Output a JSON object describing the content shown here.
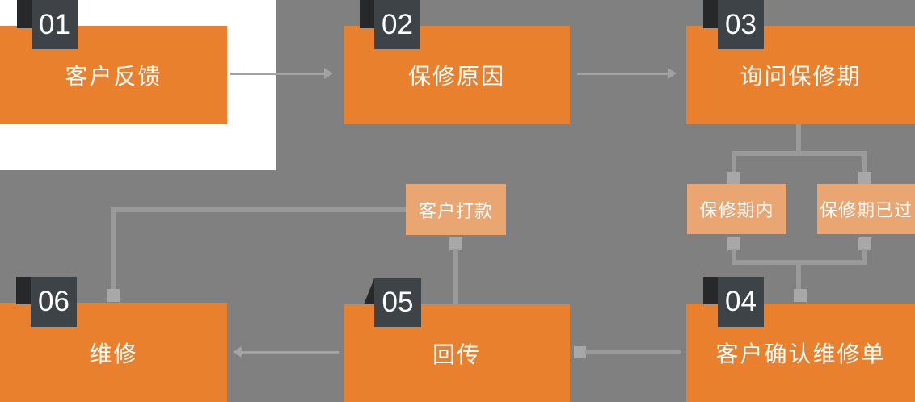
{
  "diagram": {
    "type": "flowchart",
    "steps": [
      {
        "number": "01",
        "label": "客户反馈"
      },
      {
        "number": "02",
        "label": "保修原因"
      },
      {
        "number": "03",
        "label": "询问保修期"
      },
      {
        "number": "04",
        "label": "客户确认维修单"
      },
      {
        "number": "05",
        "label": "回传"
      },
      {
        "number": "06",
        "label": "维修"
      }
    ],
    "branch_nodes": [
      {
        "label": "保修期内"
      },
      {
        "label": "保修期已过"
      },
      {
        "label": "客户打款"
      }
    ],
    "connections": [
      {
        "from": "客户反馈",
        "to": "保修原因",
        "arrow": true
      },
      {
        "from": "保修原因",
        "to": "询问保修期",
        "arrow": true
      },
      {
        "from": "询问保修期",
        "to": "保修期内",
        "arrow": false
      },
      {
        "from": "询问保修期",
        "to": "保修期已过",
        "arrow": false
      },
      {
        "from": "保修期内",
        "to": "客户确认维修单",
        "arrow": false
      },
      {
        "from": "保修期已过",
        "to": "客户确认维修单",
        "arrow": false
      },
      {
        "from": "客户确认维修单",
        "to": "回传",
        "arrow": false
      },
      {
        "from": "客户打款",
        "to": "回传",
        "arrow": false
      },
      {
        "from": "客户打款",
        "to": "维修",
        "arrow": false
      },
      {
        "from": "回传",
        "to": "维修",
        "arrow": true
      }
    ],
    "colors": {
      "background": "#808080",
      "white_panel": "#FFFFFF",
      "step_box": "#E8802E",
      "branch_box": "#E9A572",
      "badge": "#3E4347",
      "badge_fold": "#26282A",
      "connector": "#9A9A9A",
      "connector_node": "#A8A8A8",
      "arrow": "#A2A2A2",
      "text": "#FFFFFF"
    }
  }
}
